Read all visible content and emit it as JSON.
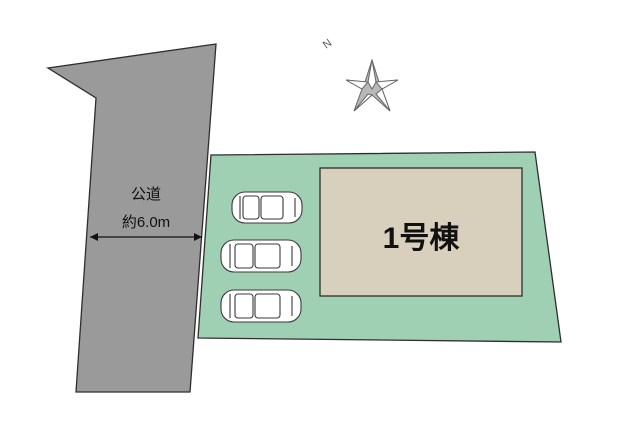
{
  "road": {
    "label": "公道",
    "width_label": "約6.0m",
    "color": "#9a9a9a"
  },
  "lot": {
    "color": "#9fd0b4"
  },
  "building": {
    "label": "1号棟",
    "color": "#d8cfbd"
  },
  "parking": {
    "cars": [
      "car-1",
      "car-2",
      "car-3"
    ]
  },
  "compass": {
    "north_label": "N"
  }
}
